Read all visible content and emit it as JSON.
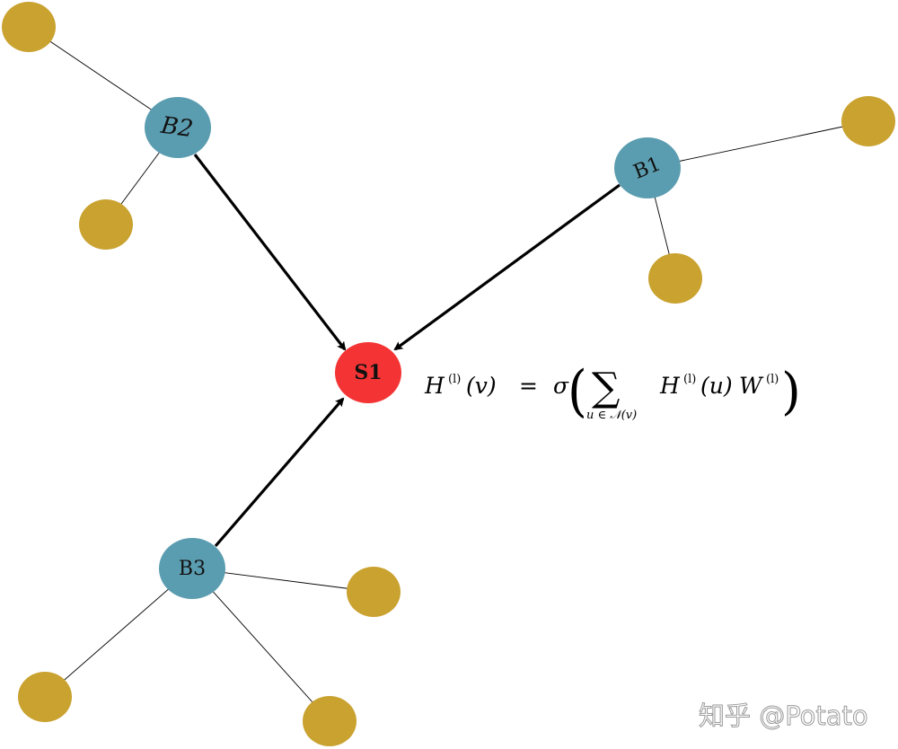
{
  "nodes": {
    "b1": {
      "label": "B1"
    },
    "b2": {
      "label": "B2"
    },
    "b3": {
      "label": "B3"
    },
    "s1": {
      "label": "S1"
    }
  },
  "formula": {
    "lhs": "H",
    "lhs_sup": "(l)",
    "lhs_arg": "(v)",
    "equals": "=",
    "sigma": "σ",
    "sum": "∑",
    "sum_sub": "u ∈ 𝒩(v)",
    "term1": "H",
    "term1_sup": "(l)",
    "term1_arg": "(u)",
    "term2": "W",
    "term2_sup": "(l)",
    "open_paren": "(",
    "close_paren": ")"
  },
  "watermark": "知乎 @Potato",
  "colors": {
    "hub_node": "#5b9db0",
    "target_node": "#f43434",
    "leaf_node": "#c9a230",
    "edge": "#000000"
  }
}
